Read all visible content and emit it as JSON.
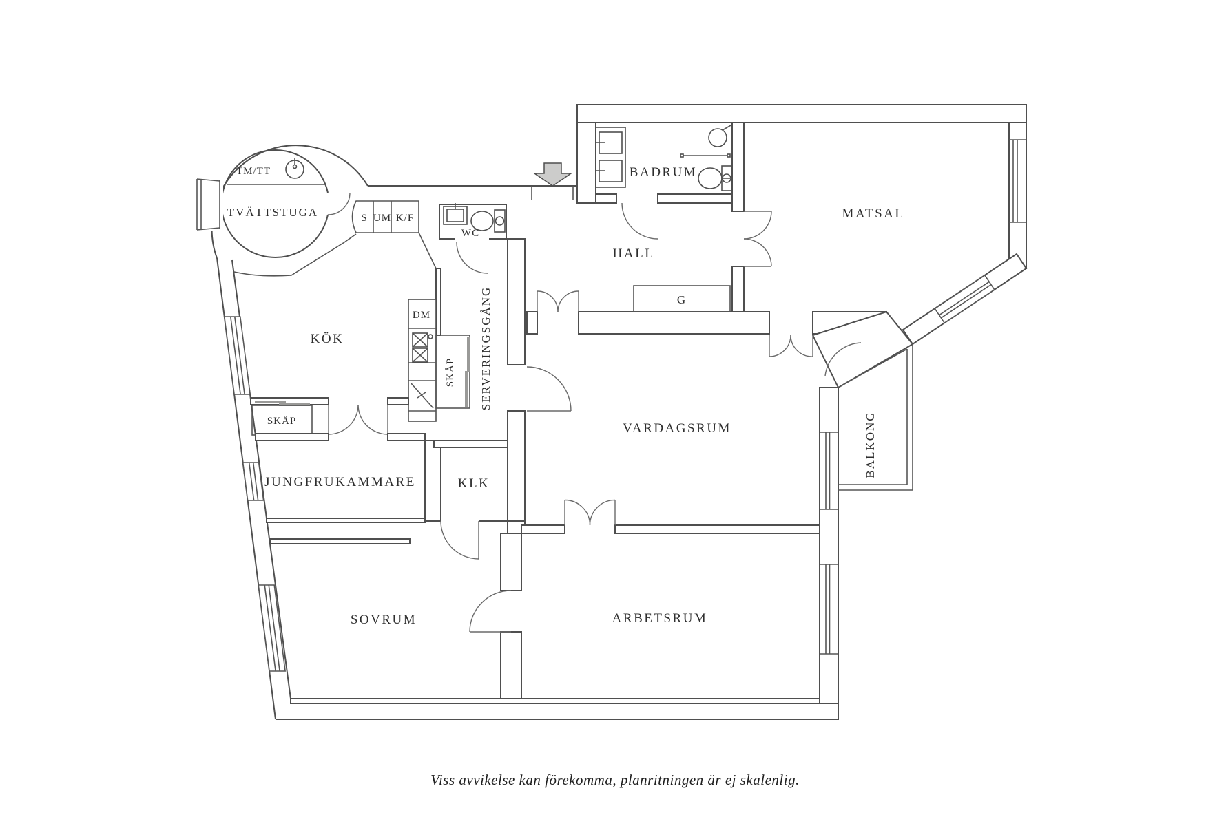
{
  "title": "Floor plan (planritning)",
  "labels": {
    "tm_tt": "TM/TT",
    "tvattstuga": "TVÄTTSTUGA",
    "s": "S",
    "um": "UM",
    "kf": "K/F",
    "wc": "WC",
    "badrum": "BADRUM",
    "hall": "HALL",
    "matsal": "MATSAL",
    "g": "G",
    "kok": "KÖK",
    "dm": "DM",
    "skap_pantry": "SKÅP",
    "serveringsgang": "SERVERINGSGÅNG",
    "skap_left": "SKÅP",
    "jungfrukammare": "JUNGFRUKAMMARE",
    "klk": "KLK",
    "vardagsrum": "VARDAGSRUM",
    "balkong": "BALKONG",
    "sovrum": "SOVRUM",
    "arbetsrum": "ARBETSRUM"
  },
  "caption": "Viss avvikelse kan förekomma, planritningen är ej skalenlig.",
  "icons": {
    "entry_arrow": "entry-direction-arrow",
    "washer": "washing-machine-icon",
    "shower": "shower-icon",
    "toilet": "toilet-icon",
    "sink": "sink-icon"
  },
  "colors": {
    "wall": "#4f4f4f",
    "text": "#2e2e2e",
    "arrow_fill": "#cccccb",
    "sliding_door": "#9a9a98",
    "background": "#ffffff"
  }
}
